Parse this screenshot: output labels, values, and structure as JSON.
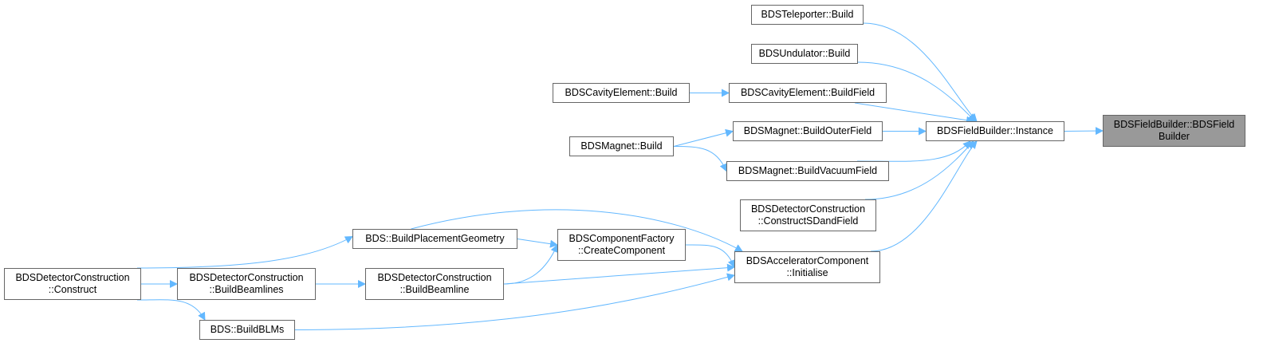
{
  "colors": {
    "edge": "#63b8ff",
    "node_border": "#666666",
    "root_fill": "#999999",
    "node_fill": "#ffffff"
  },
  "nodes": {
    "root": {
      "lines": [
        "BDSFieldBuilder::BDSField",
        "Builder"
      ]
    },
    "instance": {
      "lines": [
        "BDSFieldBuilder::Instance"
      ]
    },
    "teleporter": {
      "lines": [
        "BDSTeleporter::Build"
      ]
    },
    "undulator": {
      "lines": [
        "BDSUndulator::Build"
      ]
    },
    "cavfield": {
      "lines": [
        "BDSCavityElement::BuildField"
      ]
    },
    "cavbuild": {
      "lines": [
        "BDSCavityElement::Build"
      ]
    },
    "outer": {
      "lines": [
        "BDSMagnet::BuildOuterField"
      ]
    },
    "magbuild": {
      "lines": [
        "BDSMagnet::Build"
      ]
    },
    "vacuum": {
      "lines": [
        "BDSMagnet::BuildVacuumField"
      ]
    },
    "sdfield": {
      "lines": [
        "BDSDetectorConstruction",
        "::ConstructSDandField"
      ]
    },
    "init": {
      "lines": [
        "BDSAcceleratorComponent",
        "::Initialise"
      ]
    },
    "create": {
      "lines": [
        "BDSComponentFactory",
        "::CreateComponent"
      ]
    },
    "placement": {
      "lines": [
        "BDS::BuildPlacementGeometry"
      ]
    },
    "beamline": {
      "lines": [
        "BDSDetectorConstruction",
        "::BuildBeamline"
      ]
    },
    "beamlines": {
      "lines": [
        "BDSDetectorConstruction",
        "::BuildBeamlines"
      ]
    },
    "construct": {
      "lines": [
        "BDSDetectorConstruction",
        "::Construct"
      ]
    },
    "blms": {
      "lines": [
        "BDS::BuildBLMs"
      ]
    }
  },
  "edges": [
    [
      "instance",
      "root"
    ],
    [
      "teleporter",
      "instance"
    ],
    [
      "undulator",
      "instance"
    ],
    [
      "cavfield",
      "instance"
    ],
    [
      "outer",
      "instance"
    ],
    [
      "vacuum",
      "instance"
    ],
    [
      "sdfield",
      "instance"
    ],
    [
      "init",
      "instance"
    ],
    [
      "cavbuild",
      "cavfield"
    ],
    [
      "magbuild",
      "outer"
    ],
    [
      "magbuild",
      "vacuum"
    ],
    [
      "placement",
      "init"
    ],
    [
      "create",
      "init"
    ],
    [
      "beamline",
      "init"
    ],
    [
      "blms",
      "init"
    ],
    [
      "placement",
      "create"
    ],
    [
      "beamline",
      "create"
    ],
    [
      "beamlines",
      "beamline"
    ],
    [
      "construct",
      "placement"
    ],
    [
      "construct",
      "beamlines"
    ],
    [
      "construct",
      "blms"
    ]
  ]
}
